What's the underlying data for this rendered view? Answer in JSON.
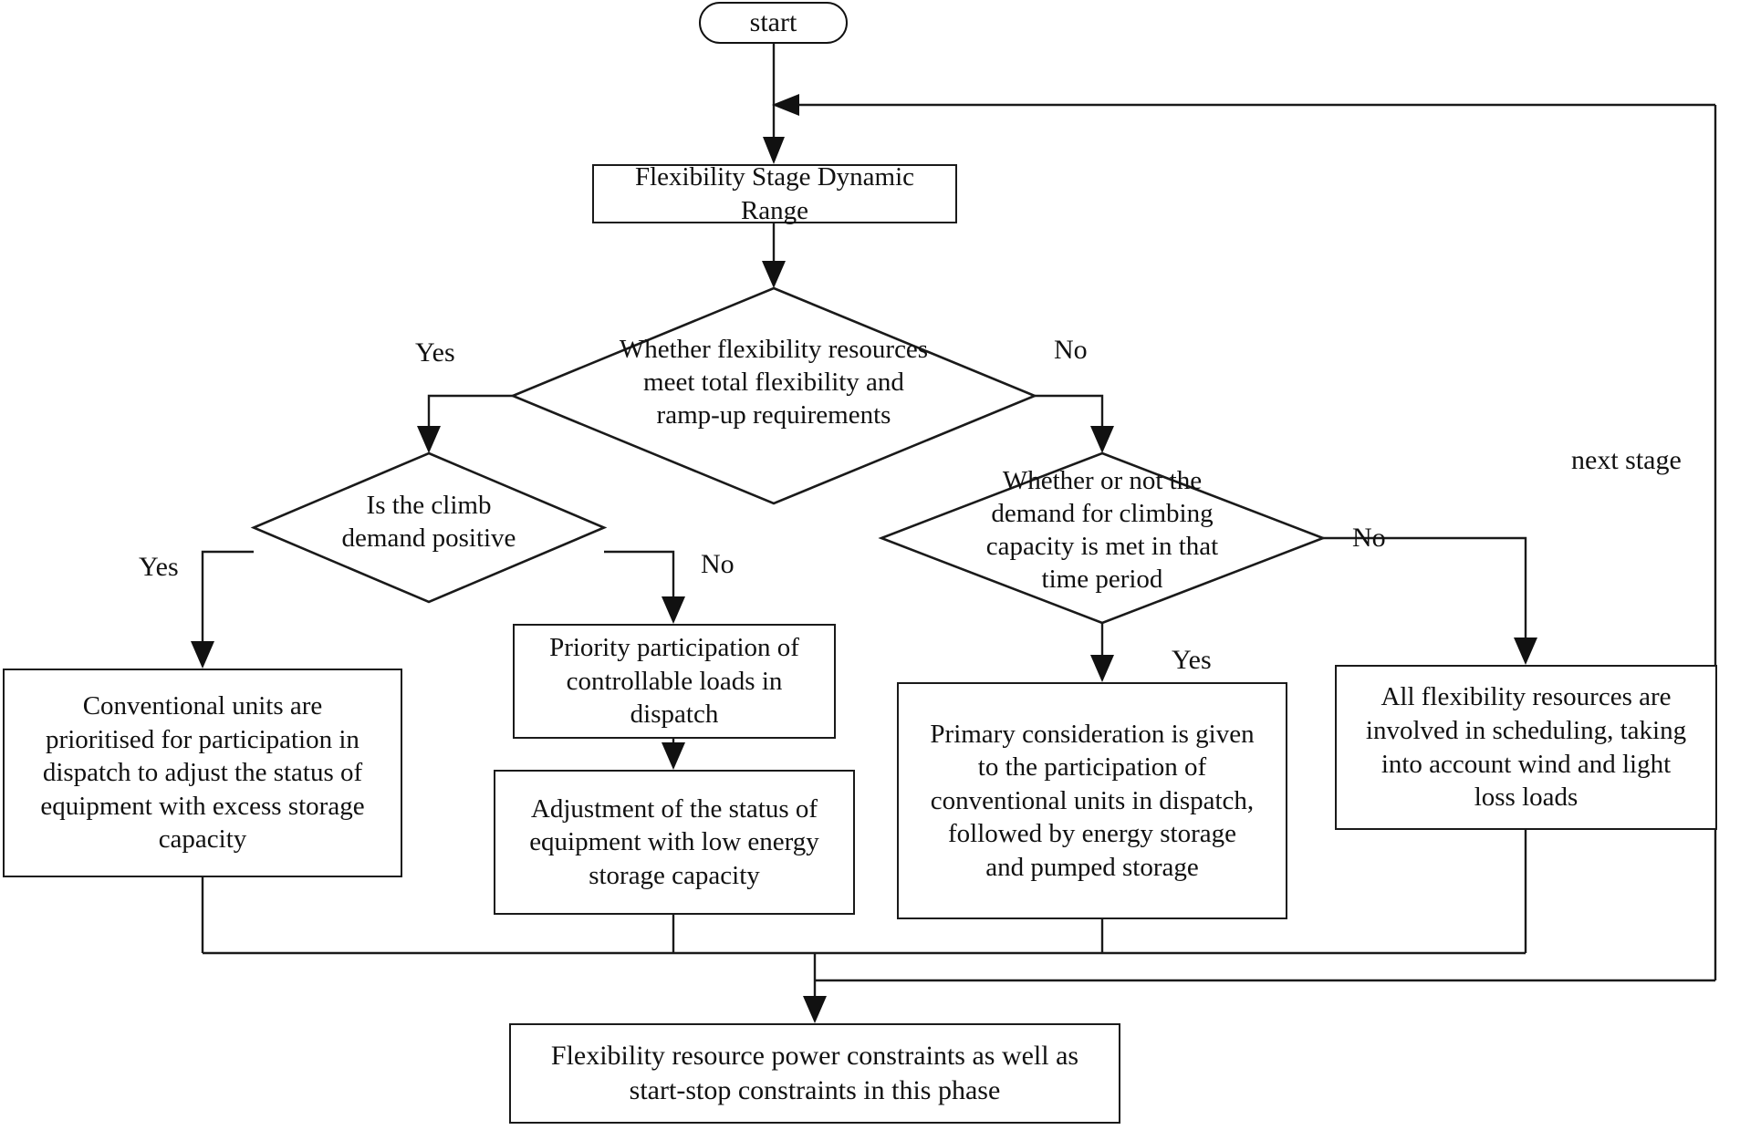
{
  "diagram": {
    "title": "Flexibility Stage Scheduling Flowchart",
    "stroke_color": "#1a1a1a",
    "background_color": "#ffffff"
  },
  "nodes": {
    "start": "start",
    "stage_range": "Flexibility Stage Dynamic\nRange",
    "decision_total": "Whether flexibility resources\nmeet total flexibility and\nramp-up requirements",
    "decision_climb": "Is the climb\ndemand positive",
    "decision_capacity": "Whether or not the\ndemand for climbing\ncapacity is met in that\ntime period",
    "box_conventional": "Conventional units are\nprioritised for participation in\ndispatch to adjust the status of\nequipment with excess storage\ncapacity",
    "box_priority_loads": "Priority participation of\ncontrollable loads in\ndispatch",
    "box_adjust_low": "Adjustment of the status of\nequipment with low energy\nstorage capacity",
    "box_primary": "Primary consideration is given\nto the participation of\nconventional units in dispatch,\nfollowed by energy storage\nand pumped storage",
    "box_all_flex": "All flexibility resources are\ninvolved in scheduling, taking\ninto account wind and light\nloss loads",
    "box_constraints": "Flexibility resource power constraints as well as\nstart-stop constraints in this phase"
  },
  "edge_labels": {
    "total_yes": "Yes",
    "total_no": "No",
    "climb_yes": "Yes",
    "climb_no": "No",
    "capacity_no": "No",
    "capacity_yes": "Yes",
    "loop_next_stage": "next stage"
  }
}
